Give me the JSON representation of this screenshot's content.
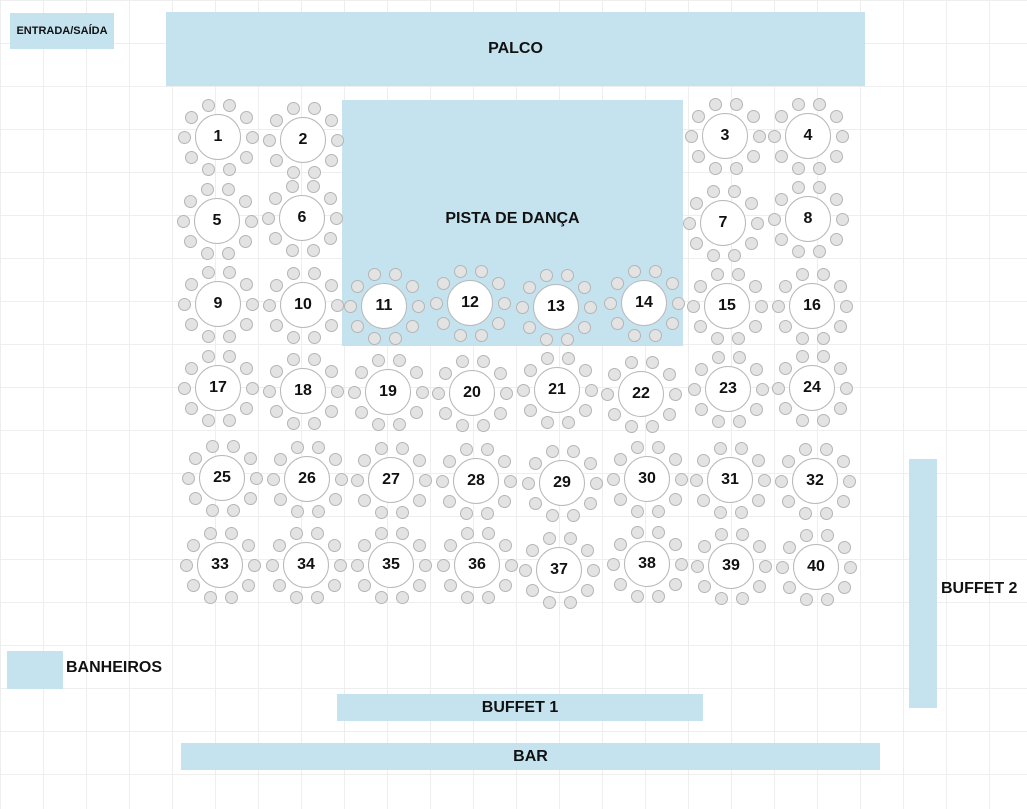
{
  "areas": {
    "entrance": "ENTRADA/SAÍDA",
    "stage": "PALCO",
    "dance_floor": "PISTA DE DANÇA",
    "buffet1": "BUFFET 1",
    "buffet2": "BUFFET 2",
    "bar": "BAR",
    "restrooms": "BANHEIROS"
  },
  "tables": [
    "1",
    "2",
    "3",
    "4",
    "5",
    "6",
    "7",
    "8",
    "9",
    "10",
    "11",
    "12",
    "13",
    "14",
    "15",
    "16",
    "17",
    "18",
    "19",
    "20",
    "21",
    "22",
    "23",
    "24",
    "25",
    "26",
    "27",
    "28",
    "29",
    "30",
    "31",
    "32",
    "33",
    "34",
    "35",
    "36",
    "37",
    "38",
    "39",
    "40"
  ],
  "chairs_per_table": 10,
  "colors": {
    "area_fill": "#c5e3ef",
    "chair_fill": "#e3e3e3",
    "table_fill": "#ffffff"
  }
}
